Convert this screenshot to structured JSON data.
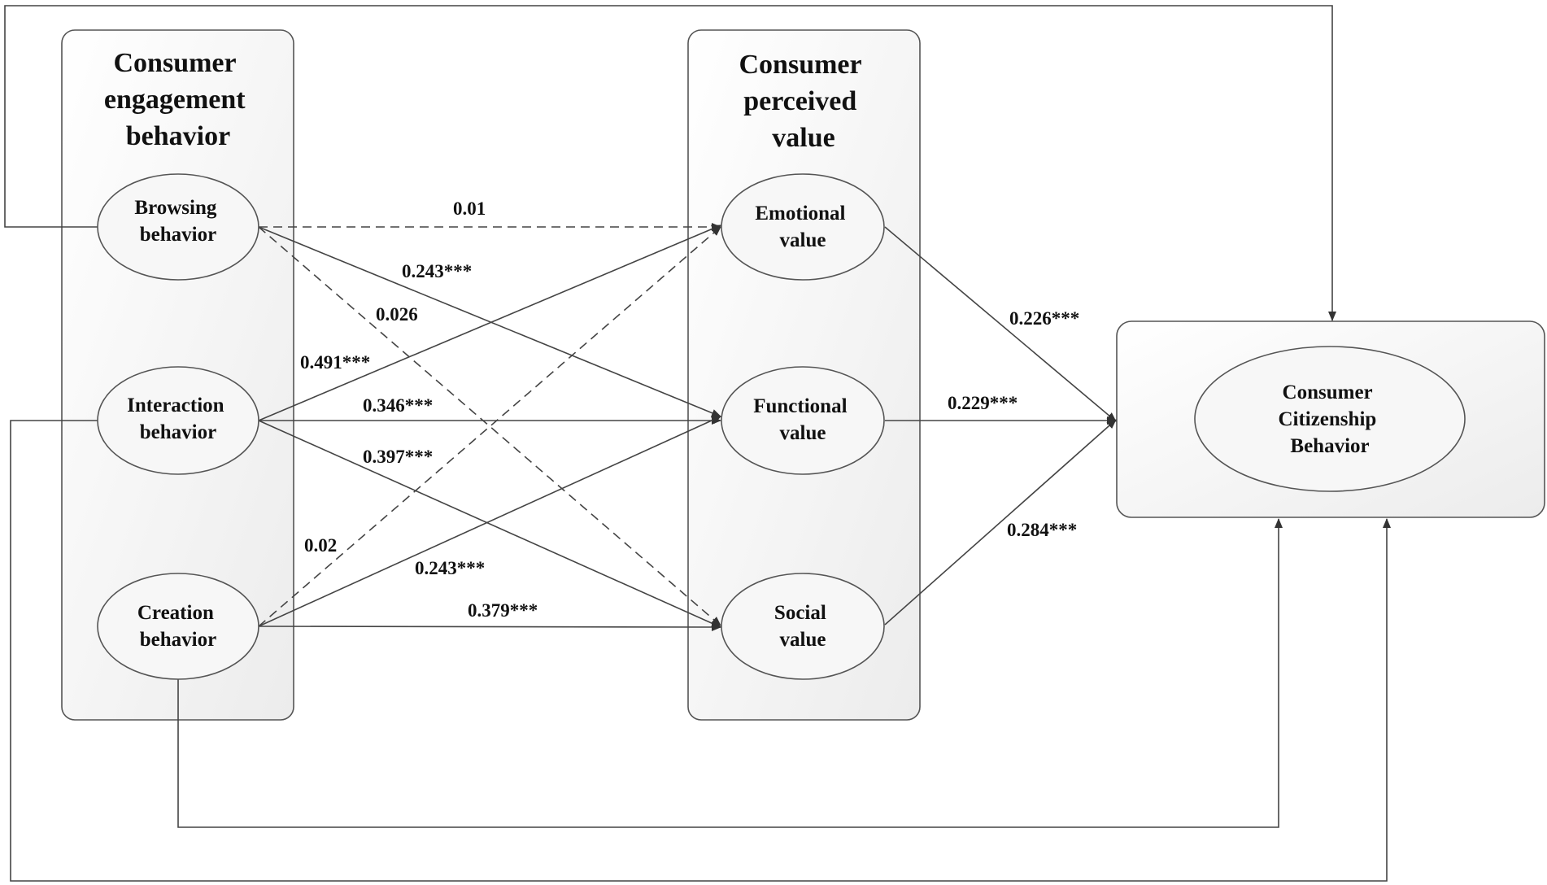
{
  "groups": {
    "engagement": {
      "title": [
        "Consumer",
        "engagement",
        "behavior"
      ]
    },
    "perceived": {
      "title": [
        "Consumer",
        "perceived",
        "value"
      ]
    },
    "citizenship": {
      "title": []
    }
  },
  "nodes": {
    "browsing": [
      "Browsing",
      "behavior"
    ],
    "interaction": [
      "Interaction",
      "behavior"
    ],
    "creation": [
      "Creation",
      "behavior"
    ],
    "emotional": [
      "Emotional",
      "value"
    ],
    "functional": [
      "Functional",
      "value"
    ],
    "social": [
      "Social",
      "value"
    ],
    "ccb": [
      "Consumer",
      "Citizenship",
      "Behavior"
    ]
  },
  "paths": [
    {
      "from": "browsing",
      "to": "emotional",
      "coef": "0.01",
      "significant": false
    },
    {
      "from": "browsing",
      "to": "functional",
      "coef": "0.243***",
      "significant": true
    },
    {
      "from": "browsing",
      "to": "social",
      "coef": "0.026",
      "significant": false
    },
    {
      "from": "interaction",
      "to": "emotional",
      "coef": "0.491***",
      "significant": true
    },
    {
      "from": "interaction",
      "to": "functional",
      "coef": "0.346***",
      "significant": true
    },
    {
      "from": "interaction",
      "to": "social",
      "coef": "0.397***",
      "significant": true
    },
    {
      "from": "creation",
      "to": "emotional",
      "coef": "0.02",
      "significant": false
    },
    {
      "from": "creation",
      "to": "functional",
      "coef": "0.243***",
      "significant": true
    },
    {
      "from": "creation",
      "to": "social",
      "coef": "0.379***",
      "significant": true
    },
    {
      "from": "emotional",
      "to": "ccb",
      "coef": "0.226***",
      "significant": true
    },
    {
      "from": "functional",
      "to": "ccb",
      "coef": "0.229***",
      "significant": true
    },
    {
      "from": "social",
      "to": "ccb",
      "coef": "0.284***",
      "significant": true
    },
    {
      "from": "browsing",
      "to": "ccb",
      "coef": "",
      "significant": true
    },
    {
      "from": "interaction",
      "to": "ccb",
      "coef": "",
      "significant": true
    },
    {
      "from": "creation",
      "to": "ccb",
      "coef": "",
      "significant": true
    }
  ],
  "colors": {
    "line": "#444444",
    "box_fill": "#f7f7f7",
    "text": "#111111"
  }
}
